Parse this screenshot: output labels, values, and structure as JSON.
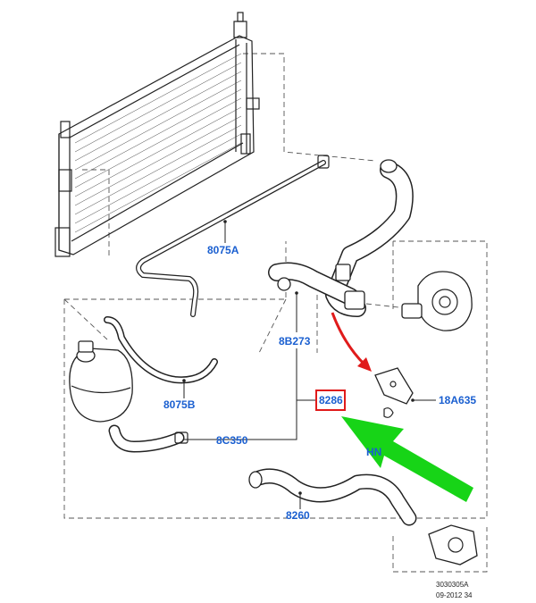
{
  "parts": {
    "p8075a": "8075A",
    "p8075b": "8075B",
    "p8b273": "8B273",
    "p8286": "8286",
    "p18a635": "18A635",
    "p8c350": "8C350",
    "p8260": "8260",
    "pHn": "HN"
  },
  "reference": {
    "code": "3030305A",
    "date": "09-2012 34"
  },
  "colors": {
    "label": "#1a5fd0",
    "highlight_box": "#e01b1b",
    "red_arrow": "#e01b1b",
    "green_arrow": "#17d417"
  }
}
